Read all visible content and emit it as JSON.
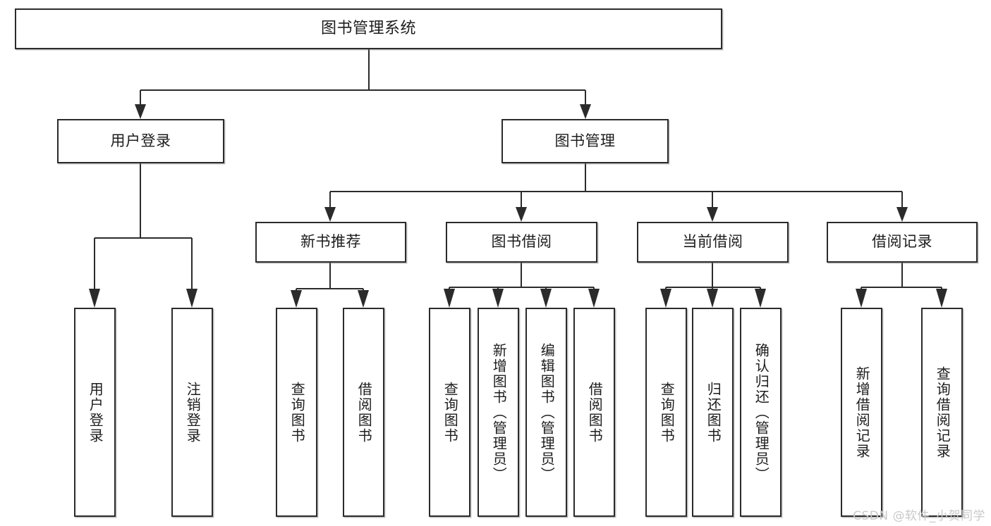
{
  "diagram": {
    "title": "图书管理系统",
    "type": "hierarchy-tree",
    "watermark": "CSDN @软件_小贺同学",
    "colors": {
      "stroke": "#2b2b2b",
      "fill": "#ffffff",
      "text": "#1d1d1d",
      "watermark": "#c9c9c9"
    },
    "nodes": {
      "root": {
        "label": "图书管理系统"
      },
      "level2": [
        {
          "label": "用户登录"
        },
        {
          "label": "图书管理"
        }
      ],
      "level3": [
        {
          "label": "新书推荐"
        },
        {
          "label": "图书借阅"
        },
        {
          "label": "当前借阅"
        },
        {
          "label": "借阅记录"
        }
      ],
      "leaves": {
        "user_login": [
          {
            "label": "用户登录"
          },
          {
            "label": "注销登录"
          }
        ],
        "new_book_recommend": [
          {
            "label": "查询图书"
          },
          {
            "label": "借阅图书"
          }
        ],
        "book_borrow": [
          {
            "label": "查询图书"
          },
          {
            "label": "新增图书（管理员）"
          },
          {
            "label": "编辑图书（管理员）"
          },
          {
            "label": "借阅图书"
          }
        ],
        "current_borrow": [
          {
            "label": "查询图书"
          },
          {
            "label": "归还图书"
          },
          {
            "label": "确认归还（管理员）"
          }
        ],
        "borrow_record": [
          {
            "label": "新增借阅记录"
          },
          {
            "label": "查询借阅记录"
          }
        ]
      }
    }
  }
}
